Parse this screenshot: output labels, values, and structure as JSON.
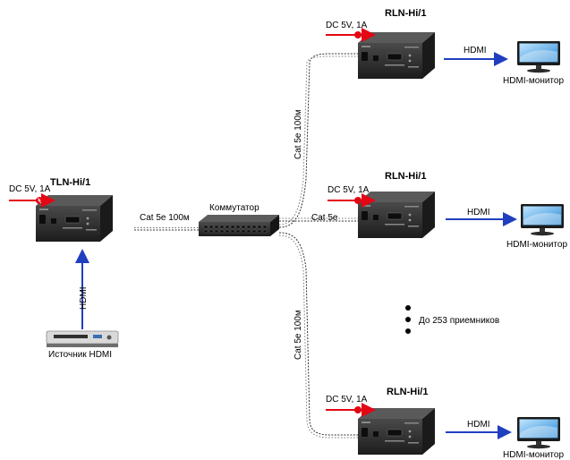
{
  "power_label": "DC 5V, 1A",
  "transmitter": {
    "name": "TLN-Hi/1"
  },
  "receivers": [
    {
      "name": "RLN-Hi/1"
    },
    {
      "name": "RLN-Hi/1"
    },
    {
      "name": "RLN-Hi/1"
    }
  ],
  "hdmi_label": "HDMI",
  "monitor_label": "HDMI-монитор",
  "source_label": "Источник HDMI",
  "switch_label": "Коммутатор",
  "cable": {
    "tx_label": "Cat 5e 100м",
    "rx_top_label": "Cat 5e 100м",
    "rx_mid_label": "Cat 5e",
    "rx_bottom_label": "Cat 5e 100м"
  },
  "max_receivers_note": "До 253 приемников",
  "colors": {
    "power_arrow": "#e30613",
    "hdmi_arrow": "#1f3fbf",
    "device_body": "#2b2b2b"
  }
}
